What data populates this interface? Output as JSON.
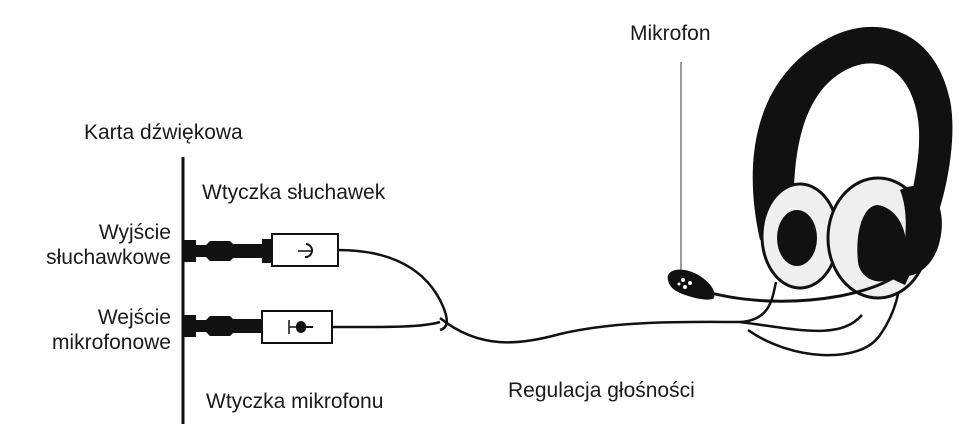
{
  "labels": {
    "sound_card": "Karta dźwiękowa",
    "headphone_plug": "Wtyczka słuchawek",
    "headphone_out_line1": "Wyjście",
    "headphone_out_line2": "słuchawkowe",
    "mic_in_line1": "Wejście",
    "mic_in_line2": "mikrofonowe",
    "mic_plug": "Wtyczka mikrofonu",
    "volume_control": "Regulacja głośności",
    "microphone": "Mikrofon"
  },
  "icons": [
    "headphone-plug-icon",
    "microphone-plug-icon",
    "headset-icon"
  ],
  "colors": {
    "line": "#111111",
    "pointer": "#9a9a9a",
    "cushion": "#efefef"
  }
}
